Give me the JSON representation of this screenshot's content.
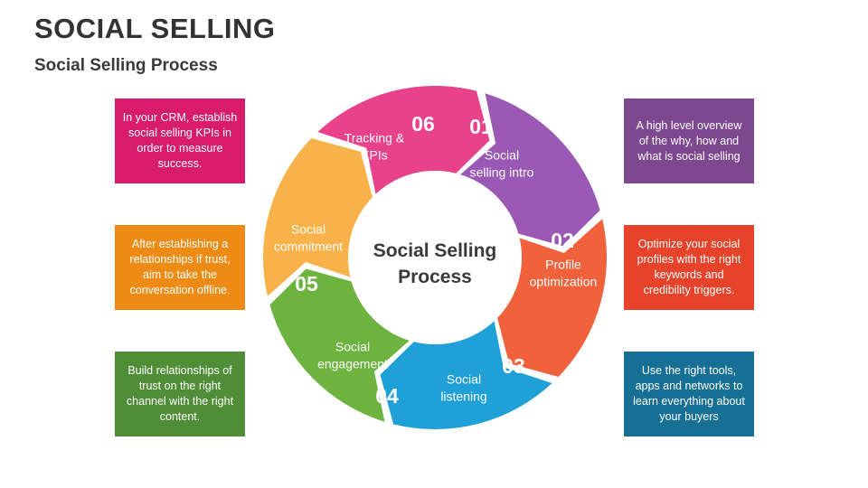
{
  "header": {
    "title": "SOCIAL SELLING",
    "subtitle": "Social Selling Process"
  },
  "center": {
    "line1": "Social Selling",
    "line2": "Process"
  },
  "steps": [
    {
      "number": "01",
      "label_lines": [
        "Social",
        "selling intro"
      ],
      "color": "#9B59B6",
      "description": "A high level overview of the why, how and what is social selling"
    },
    {
      "number": "02",
      "label_lines": [
        "Profile",
        "optimization"
      ],
      "color": "#F0613C",
      "description": "Optimize your social profiles with the right keywords and credibility triggers."
    },
    {
      "number": "03",
      "label_lines": [
        "Social",
        "listening"
      ],
      "color": "#1FA0D6",
      "description": "Use the right tools, apps and networks to learn everything about your buyers"
    },
    {
      "number": "04",
      "label_lines": [
        "Social",
        "engagement"
      ],
      "color": "#6DB33F",
      "description": "Build relationships of trust on the right channel with the right content."
    },
    {
      "number": "05",
      "label_lines": [
        "Social",
        "commitment"
      ],
      "color": "#F9B24A",
      "description": "After establishing a relationships if trust, aim to take the conversation offline."
    },
    {
      "number": "06",
      "label_lines": [
        "Tracking &",
        "KPIs"
      ],
      "color": "#E8428B",
      "description": "In your CRM, establish social selling KPIs in order to measure success."
    }
  ],
  "box_colors": {
    "box_01": "#7E4891",
    "box_02": "#E6432A",
    "box_03": "#166F95",
    "box_04": "#4F8D36",
    "box_05": "#EE8B14",
    "box_06": "#D81C6A"
  }
}
